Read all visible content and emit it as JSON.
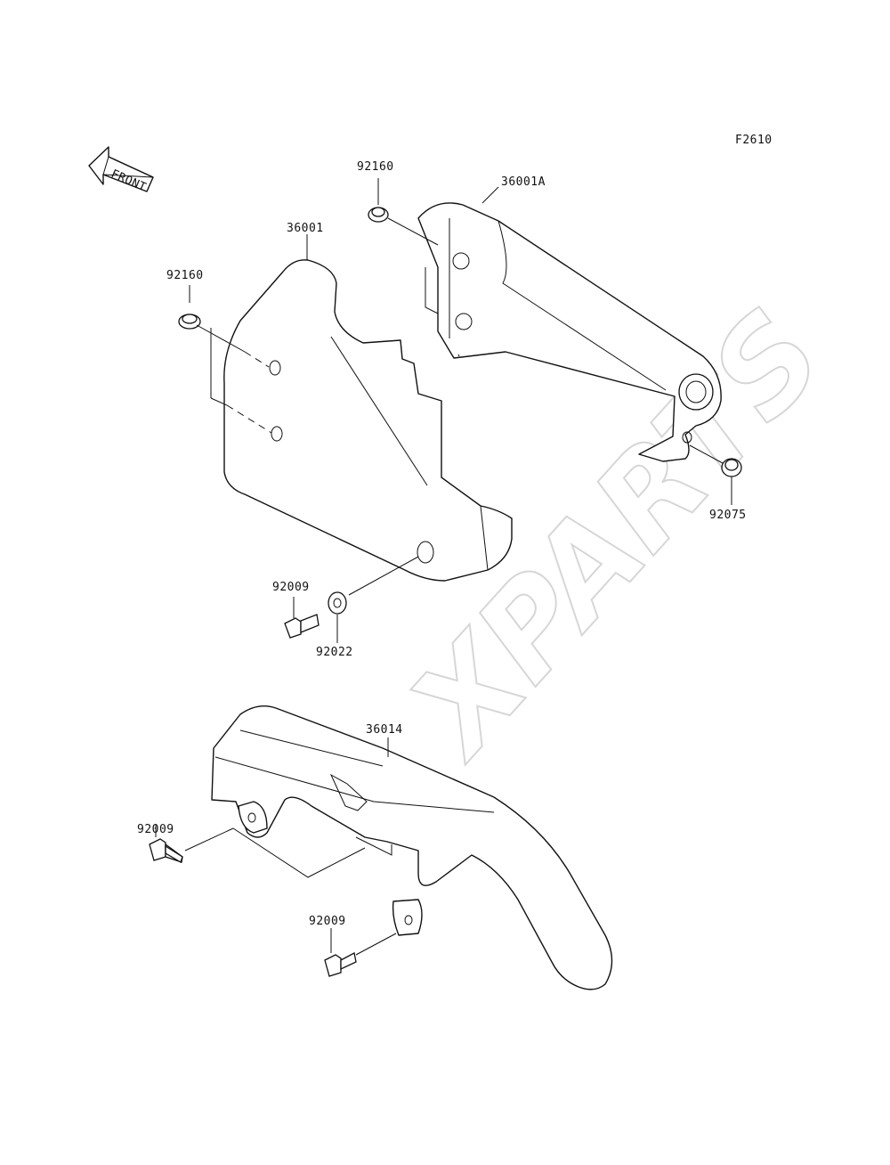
{
  "figure_code": "F2610",
  "direction_label": "FRONT",
  "watermark": "XPARTS",
  "callouts": {
    "c_92160_left": "92160",
    "c_36001": "36001",
    "c_92160_top": "92160",
    "c_36001A": "36001A",
    "c_92075": "92075",
    "c_92009_mid": "92009",
    "c_92022": "92022",
    "c_36014": "36014",
    "c_92009_left": "92009",
    "c_92009_bottom": "92009"
  }
}
